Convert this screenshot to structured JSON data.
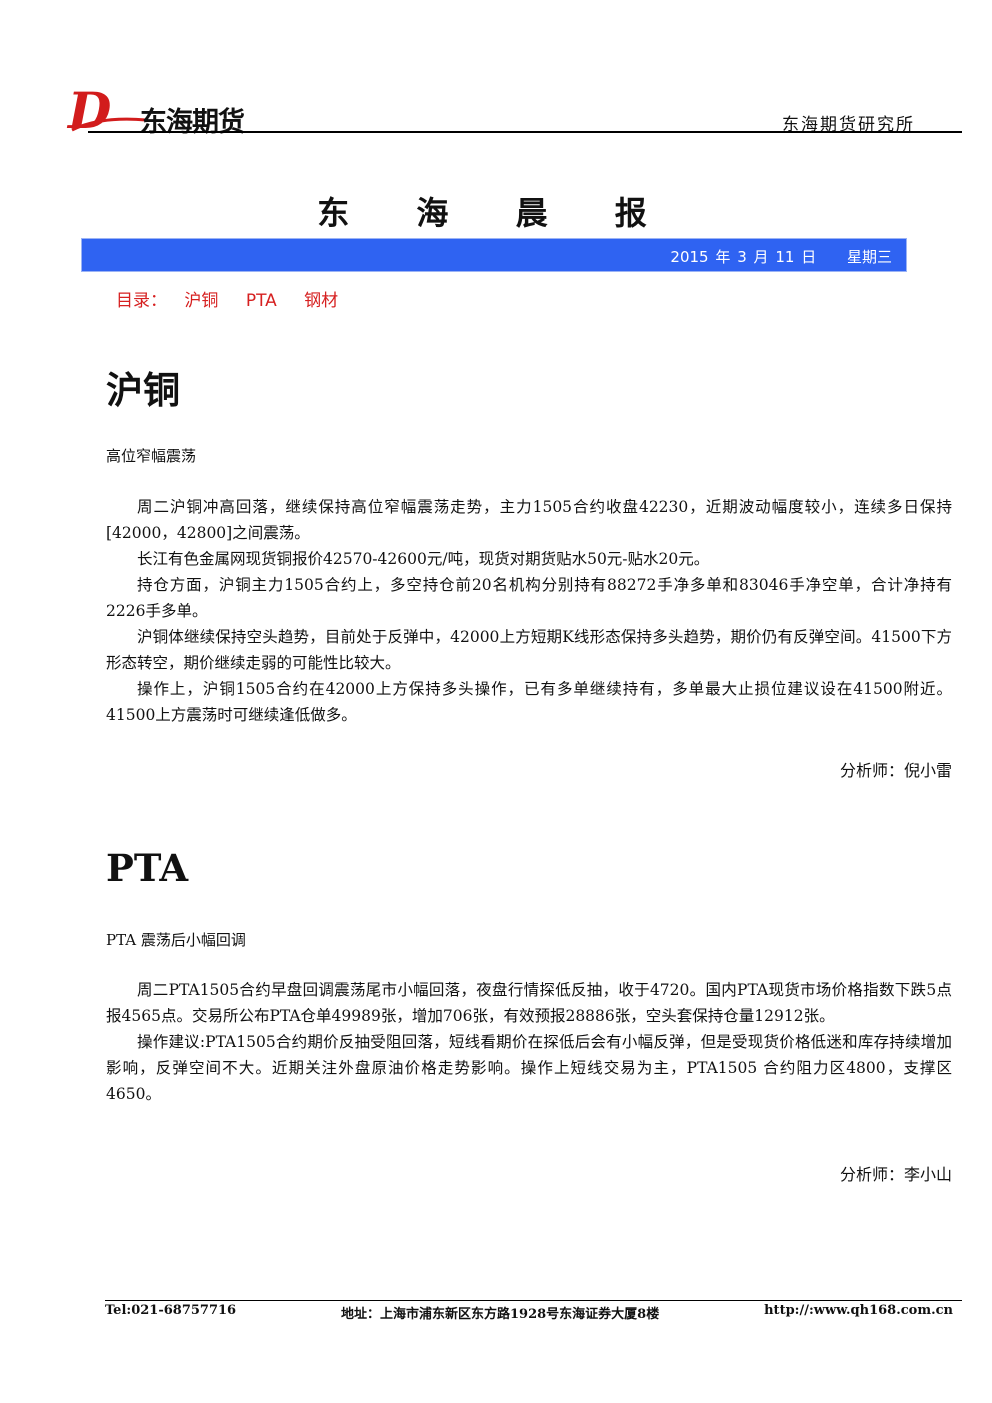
{
  "header": {
    "logo_mark": "D",
    "logo_text": "东海期货",
    "institute": "东海期货研究所"
  },
  "report_title": "东 海 晨 报",
  "date_bar": {
    "year": "2015",
    "year_unit": "年",
    "month": "3",
    "month_unit": "月",
    "day": "11",
    "day_unit": "日",
    "weekday": "星期三"
  },
  "toc": {
    "label": "目录：",
    "items": [
      "沪铜",
      "PTA",
      "钢材"
    ]
  },
  "sections": [
    {
      "heading": "沪铜",
      "subtitle": "高位窄幅震荡",
      "paragraphs": [
        "周二沪铜冲高回落，继续保持高位窄幅震荡走势，主力1505合约收盘42230，近期波动幅度较小，连续多日保持[42000，42800]之间震荡。",
        "长江有色金属网现货铜报价42570-42600元/吨，现货对期货贴水50元-贴水20元。",
        "持仓方面，沪铜主力1505合约上，多空持仓前20名机构分别持有88272手净多单和83046手净空单，合计净持有2226手多单。",
        "沪铜体继续保持空头趋势，目前处于反弹中，42000上方短期K线形态保持多头趋势，期价仍有反弹空间。41500下方形态转空，期价继续走弱的可能性比较大。",
        "操作上，沪铜1505合约在42000上方保持多头操作，已有多单继续持有，多单最大止损位建议设在41500附近。41500上方震荡时可继续逢低做多。"
      ],
      "analyst": "分析师：倪小雷"
    },
    {
      "heading": "PTA",
      "subtitle": "PTA 震荡后小幅回调",
      "paragraphs": [
        "周二PTA1505合约早盘回调震荡尾市小幅回落，夜盘行情探低反抽，收于4720。国内PTA现货市场价格指数下跌5点报4565点。交易所公布PTA仓单49989张，增加706张，有效预报28886张，空头套保持仓量12912张。",
        "操作建议:PTA1505合约期价反抽受阻回落，短线看期价在探低后会有小幅反弹，但是受现货价格低迷和库存持续增加影响，反弹空间不大。近期关注外盘原油价格走势影响。操作上短线交易为主，PTA1505 合约阻力区4800，支撑区4650。"
      ],
      "analyst": "分析师：李小山"
    }
  ],
  "footer": {
    "tel": "Tel:021-68757716",
    "address": "地址：上海市浦东新区东方路1928号东海证券大厦8楼",
    "url": "http://:www.qh168.com.cn"
  },
  "colors": {
    "date_bar": "#2f63f2",
    "toc_red": "#d62020",
    "logo_red": "#d21c1c"
  }
}
